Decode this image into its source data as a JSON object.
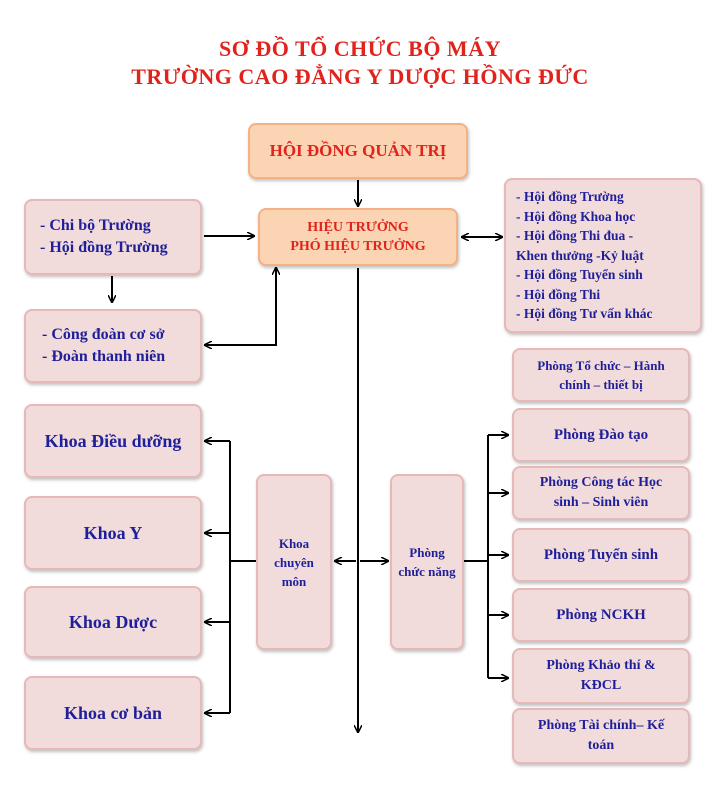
{
  "title": {
    "line1": "SƠ ĐỒ TỔ CHỨC BỘ MÁY",
    "line2": "TRƯỜNG CAO ĐẲNG Y DƯỢC HỒNG ĐỨC"
  },
  "board": {
    "label": "HỘI ĐỒNG QUẢN TRỊ"
  },
  "principal": {
    "line1": "HIỆU TRƯỞNG",
    "line2": "PHÓ HIỆU TRƯỞNG"
  },
  "party": {
    "items": [
      "- Chi bộ Trường",
      "- Hội  đồng Trường"
    ]
  },
  "union": {
    "items": [
      "- Công đoàn cơ sở",
      "- Đoàn thanh niên"
    ]
  },
  "councils": {
    "items": [
      "- Hội đồng Trường",
      "- Hội đồng Khoa học",
      "- Hội đồng Thi đua -",
      "Khen thưởng -Kỷ luật",
      "- Hội đồng Tuyển sinh",
      "- Hội đồng Thi",
      "- Hội đồng Tư vấn khác"
    ]
  },
  "faculty_group": {
    "label": "Khoa chuyên môn"
  },
  "office_group": {
    "label": "Phòng chức năng"
  },
  "faculties": [
    "Khoa Điều dưỡng",
    "Khoa Y",
    "Khoa Dược",
    "Khoa cơ bản"
  ],
  "offices": [
    "Phòng Tổ chức – Hành chính – thiết bị",
    "Phòng Đào tạo",
    "Phòng Công tác Học sinh – Sinh viên",
    "Phòng Tuyển sinh",
    "Phòng NCKH",
    "Phòng Khảo thí & KĐCL",
    "Phòng Tài chính– Kế toán"
  ]
}
